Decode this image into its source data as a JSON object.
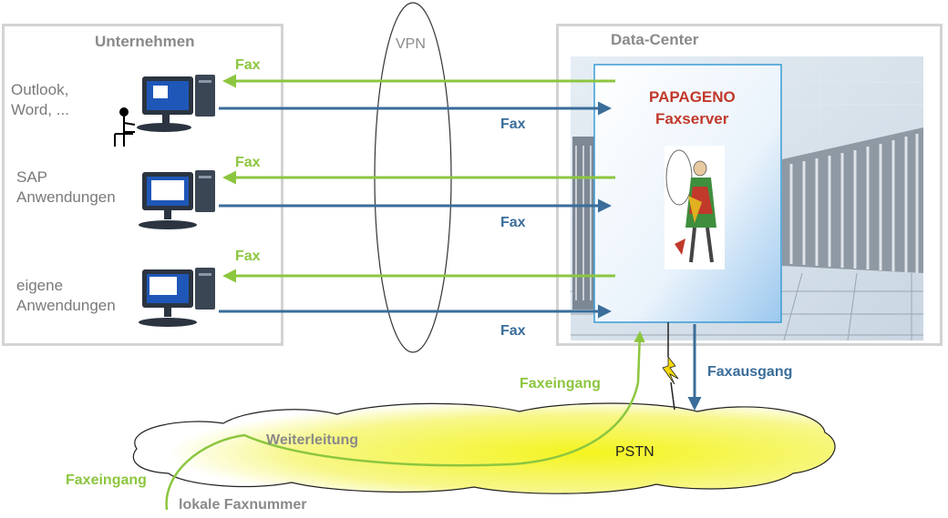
{
  "company": {
    "title": "Unternehmen",
    "apps": [
      {
        "label_line1": "Outlook,",
        "label_line2": "Word, ..."
      },
      {
        "label_line1": "SAP",
        "label_line2": "Anwendungen"
      },
      {
        "label_line1": "eigene",
        "label_line2": "Anwendungen"
      }
    ]
  },
  "vpn_label": "VPN",
  "datacenter": {
    "title": "Data-Center",
    "server_name": "PAPAGENO",
    "server_type": "Faxserver"
  },
  "flows": {
    "fax_label": "Fax",
    "faxausgang": "Faxausgang",
    "faxeingang": "Faxeingang",
    "weiterleitung": "Weiterleitung",
    "lokale_faxnummer": "lokale Faxnummer"
  },
  "network": {
    "name": "PSTN"
  },
  "colors": {
    "incoming_green": "#8cc63f",
    "outgoing_blue": "#3a6d9a",
    "server_red": "#c0392b",
    "cloud_yellow": "#f3f32a"
  }
}
